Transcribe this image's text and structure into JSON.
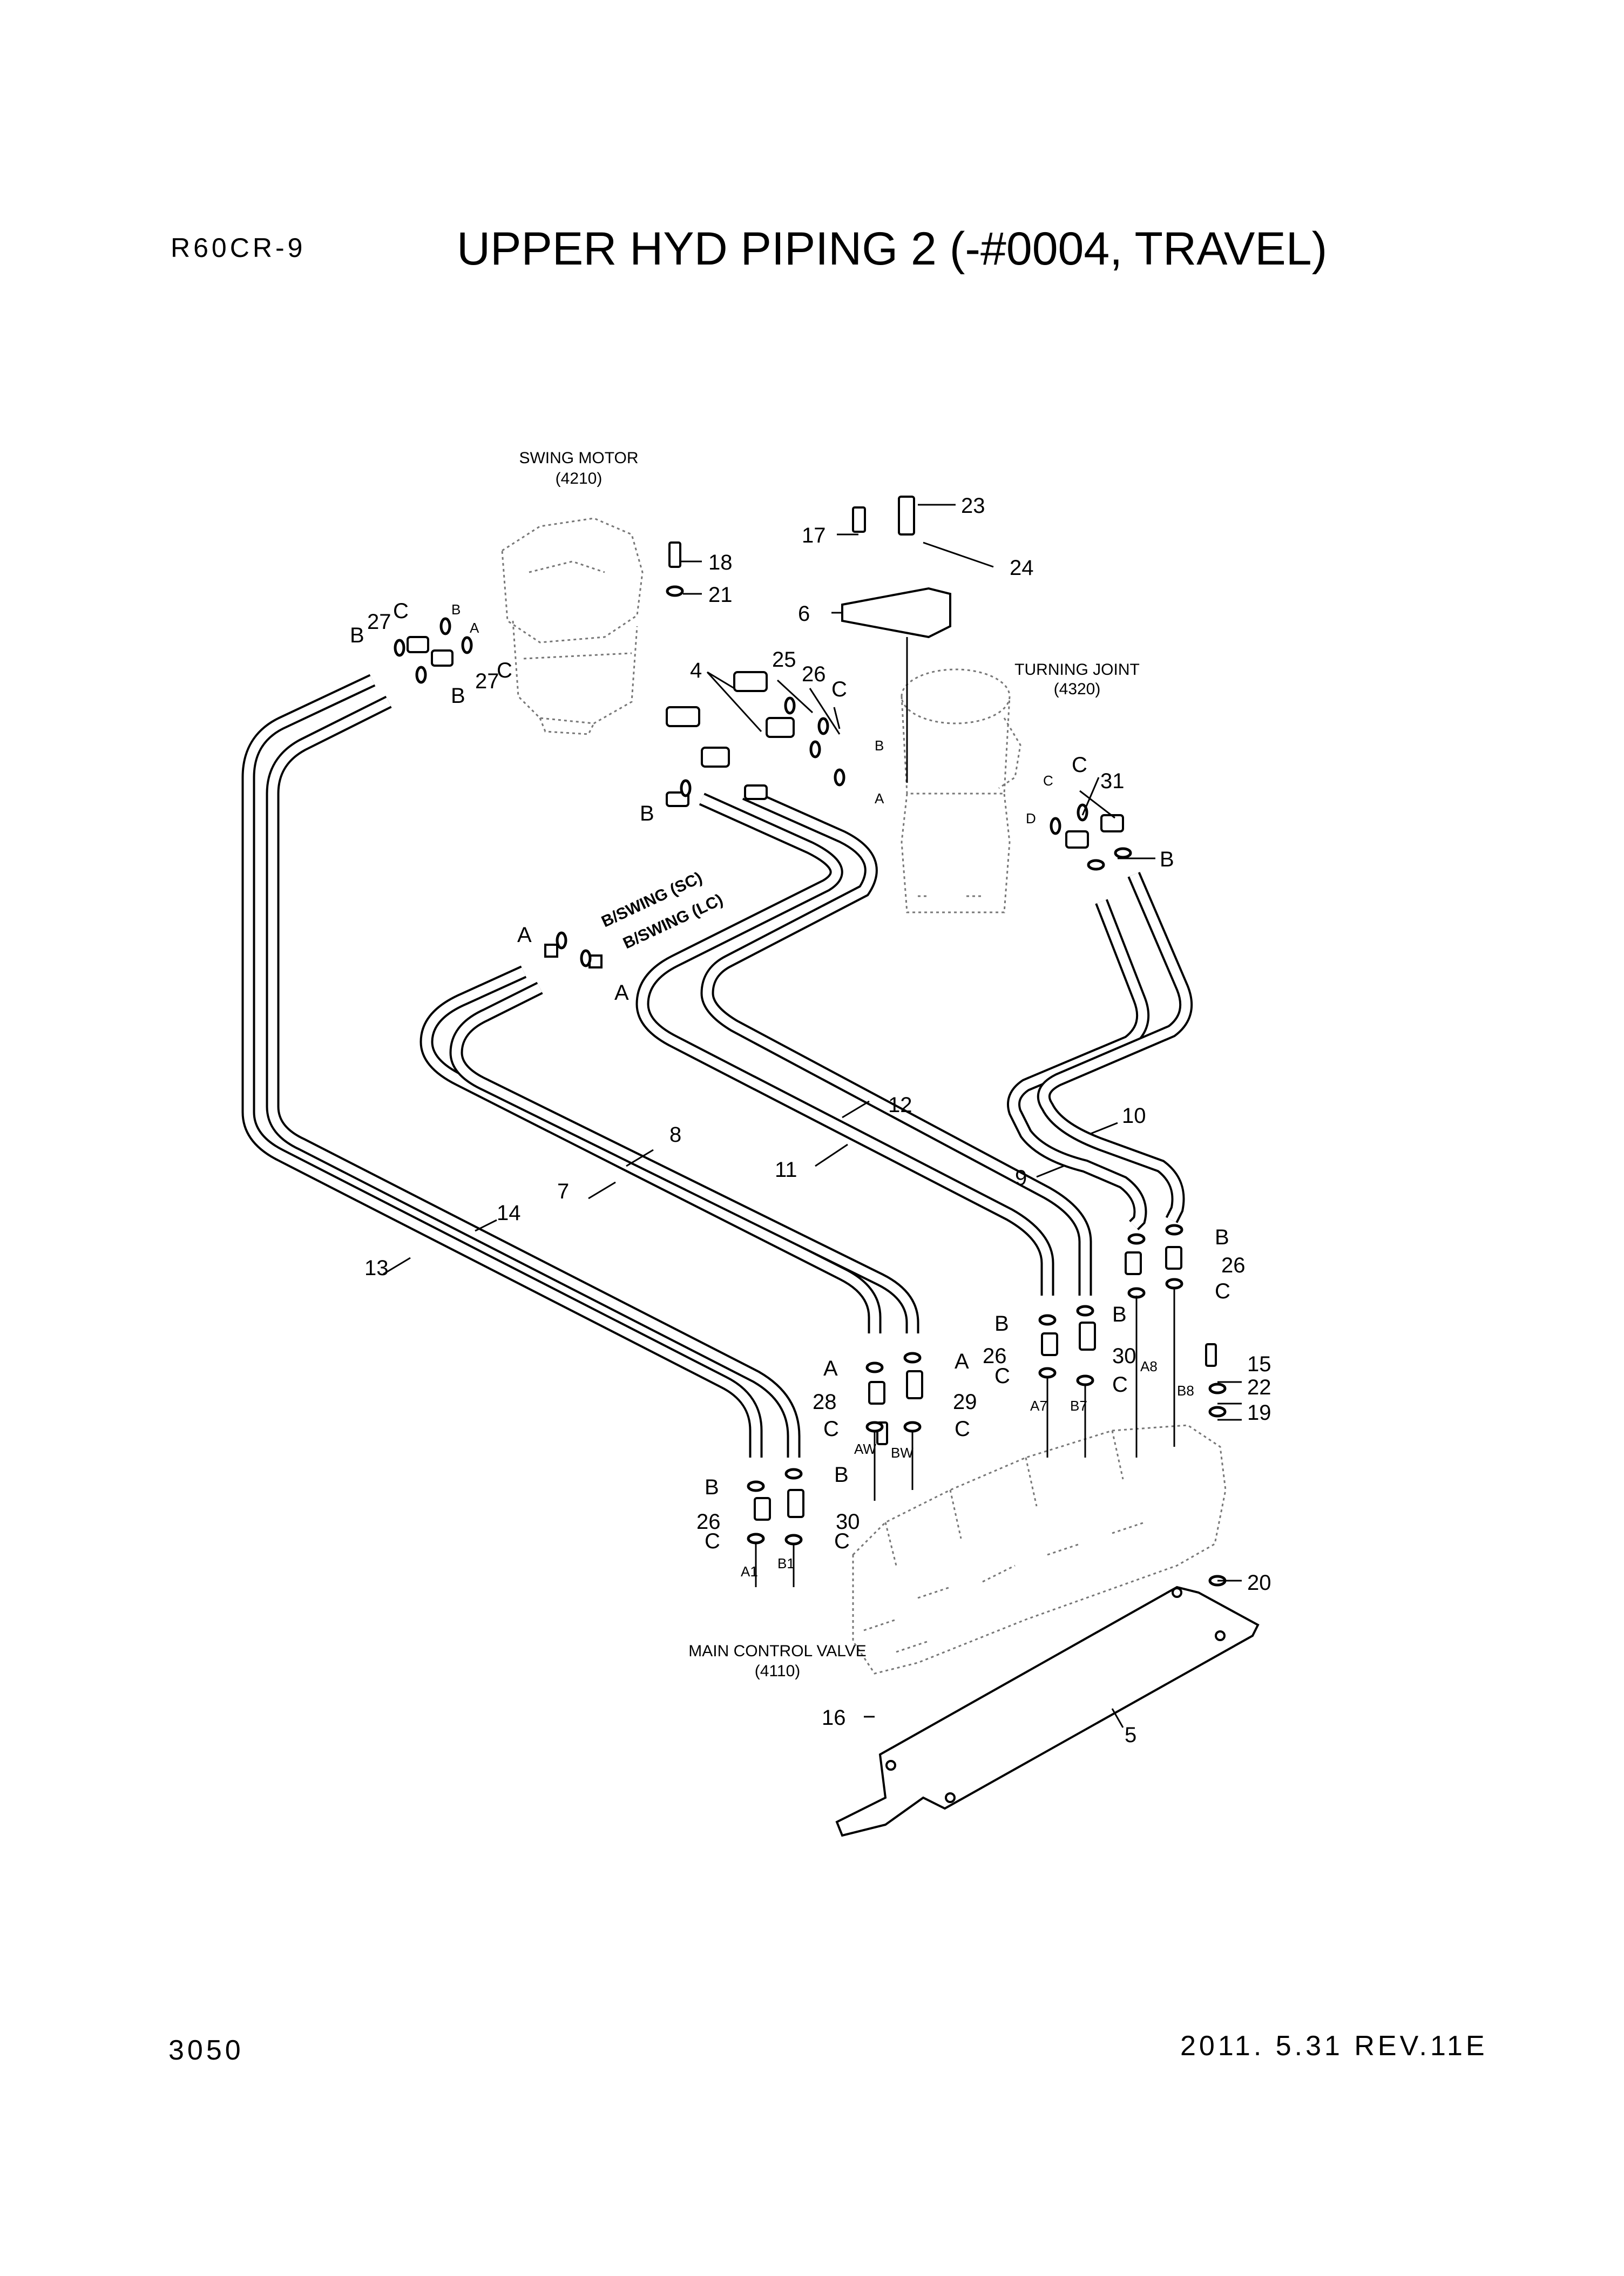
{
  "header": {
    "model": "R60CR-9",
    "title": "UPPER HYD PIPING 2 (-#0004, TRAVEL)"
  },
  "footer": {
    "page_number": "3050",
    "date_rev": "2011. 5.31  REV.11E"
  },
  "components": {
    "swing_motor": {
      "name": "SWING MOTOR",
      "code": "(4210)"
    },
    "turning_joint": {
      "name": "TURNING JOINT",
      "code": "(4320)"
    },
    "main_control_valve": {
      "name": "MAIN CONTROL VALVE",
      "code": "(4110)"
    }
  },
  "swing_lines": {
    "sc": "B/SWING (SC)",
    "lc": "B/SWING (LC)"
  },
  "part_numbers": {
    "p4": "4",
    "p5": "5",
    "p6": "6",
    "p7": "7",
    "p8": "8",
    "p9": "9",
    "p10": "10",
    "p11": "11",
    "p12": "12",
    "p13": "13",
    "p14": "14",
    "p15": "15",
    "p16": "16",
    "p17": "17",
    "p18": "18",
    "p19": "19",
    "p20": "20",
    "p21": "21",
    "p22": "22",
    "p23": "23",
    "p24": "24",
    "p25": "25",
    "p26": "26",
    "p27": "27",
    "p28": "28",
    "p29": "29",
    "p30": "30",
    "p31": "31"
  },
  "seal_letters": {
    "a": "A",
    "b": "B",
    "c": "C"
  },
  "port_labels": {
    "a": "A",
    "b": "B",
    "d": "D",
    "a1": "A1",
    "b1": "B1",
    "aw": "AW",
    "bw": "BW",
    "a7": "A7",
    "b7": "B7",
    "a8": "A8",
    "b8": "B8"
  }
}
